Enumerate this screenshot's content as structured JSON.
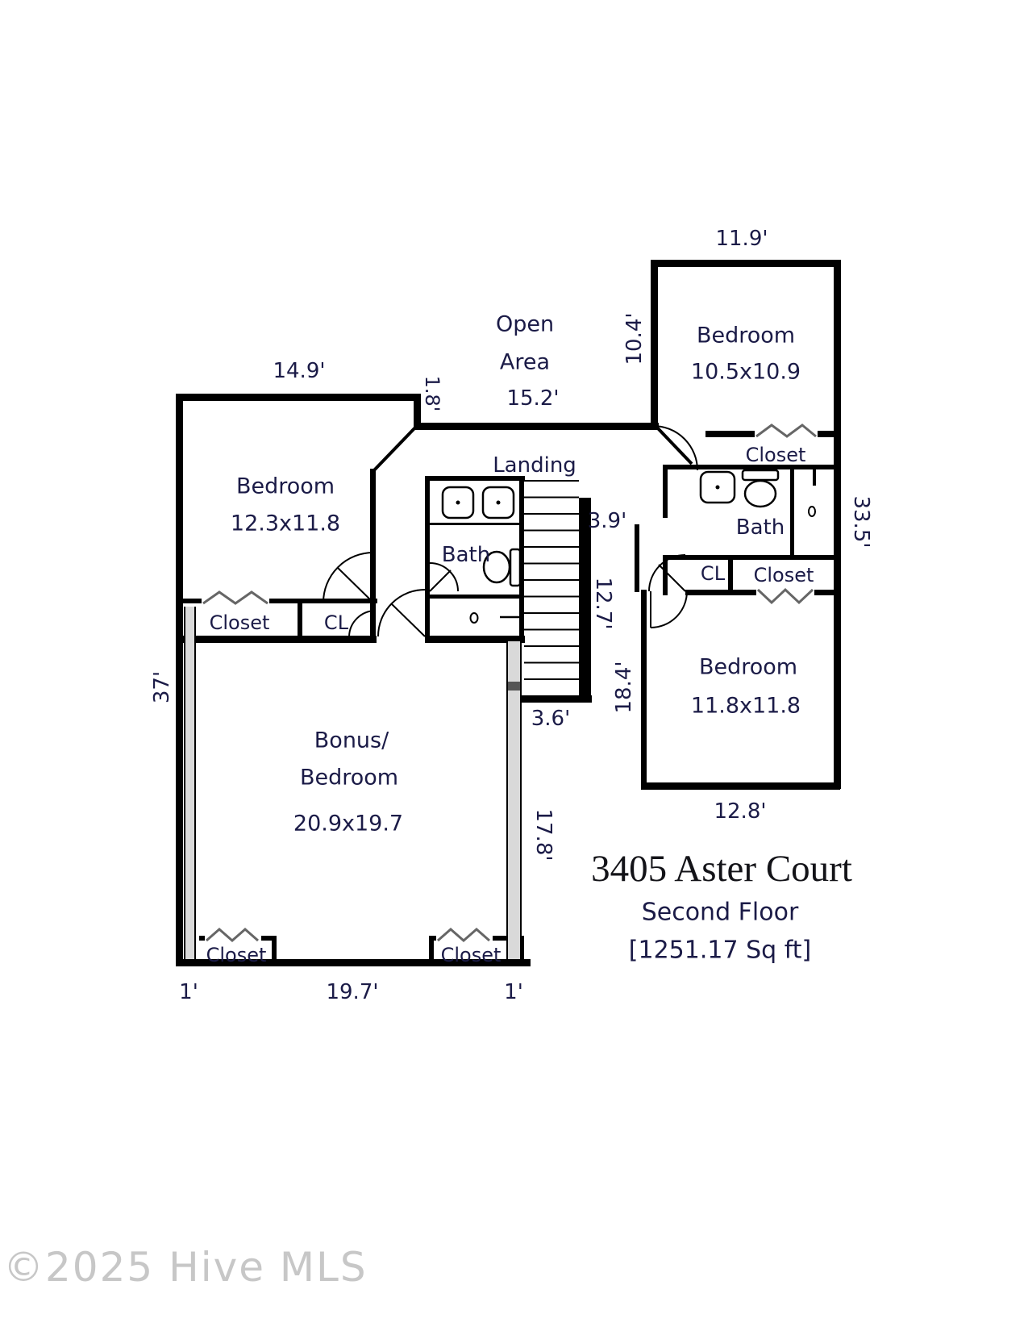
{
  "plan": {
    "open_area": {
      "name_line1": "Open",
      "name_line2": "Area",
      "width": "15.2'",
      "height": "10.4'"
    },
    "bedroom_top_right": {
      "name": "Bedroom",
      "size": "10.5x10.9",
      "width": "11.9'"
    },
    "bedroom_left": {
      "name": "Bedroom",
      "size": "12.3x11.8",
      "width": "14.9'",
      "jog": "1.8'"
    },
    "bedroom_right": {
      "name": "Bedroom",
      "size": "11.8x11.8",
      "width": "12.8'",
      "height": "18.4'"
    },
    "bonus_room": {
      "name_line1": "Bonus/",
      "name_line2": "Bedroom",
      "size": "20.9x19.7",
      "height": "37'",
      "right_height": "17.8'",
      "bottom_left": "1'",
      "bottom_width": "19.7'",
      "bottom_right": "1'"
    },
    "landing": {
      "name": "Landing"
    },
    "bath_center": {
      "name": "Bath"
    },
    "bath_right": {
      "name": "Bath"
    },
    "hall": {
      "width": "3.9'",
      "height": "12.7'"
    },
    "stairs": {
      "width": "3.6'"
    },
    "right_side_height": "33.5'",
    "closets": {
      "top_right": "Closet",
      "mid_right": "Closet",
      "right_cl": "CL",
      "left": "Closet",
      "left_cl": "CL",
      "bottom_left": "Closet",
      "bottom_right": "Closet"
    }
  },
  "title": {
    "address": "3405 Aster Court",
    "floor": "Second Floor",
    "area": "[1251.17 Sq ft]"
  },
  "watermark": "©2025 Hive MLS",
  "colors": {
    "wall": "#000000",
    "label": "#1b1b47",
    "knee_wall": "#d9d9d9",
    "zigzag": "#666666"
  }
}
